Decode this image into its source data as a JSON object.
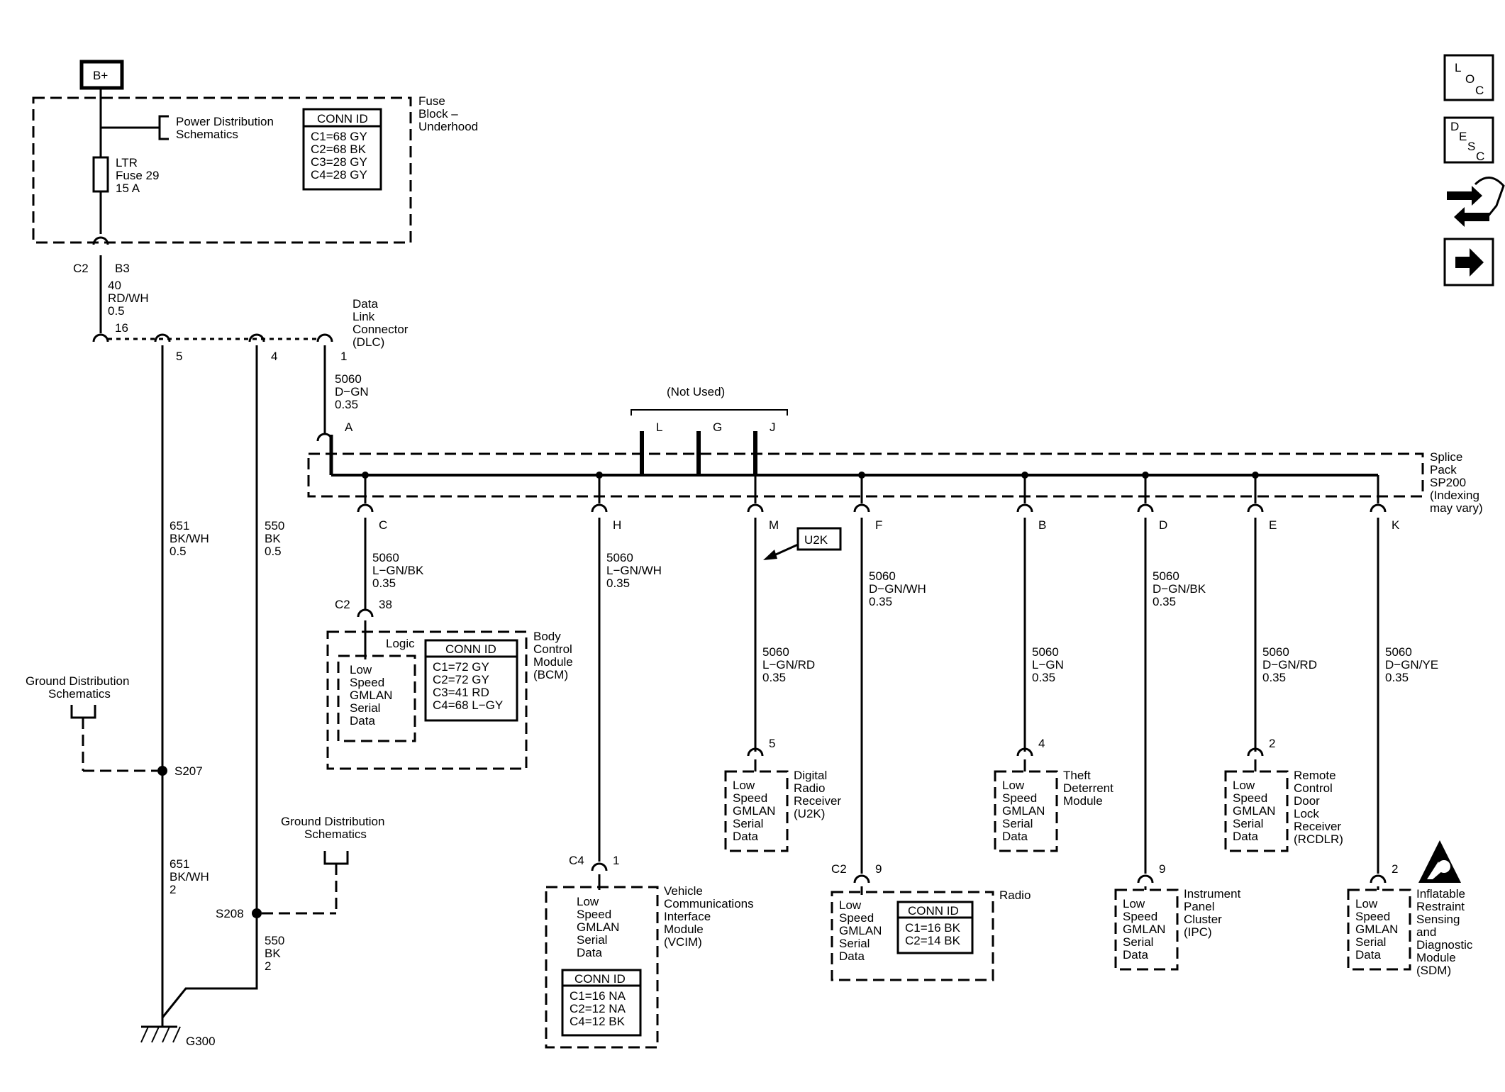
{
  "source": {
    "label": "B+"
  },
  "fuse_block": {
    "name": [
      "Fuse",
      "Block –",
      "Underhood"
    ],
    "power_dist": [
      "Power Distribution",
      "Schematics"
    ],
    "fuse": [
      "LTR",
      "Fuse 29",
      "15 A"
    ],
    "conn_title": "CONN ID",
    "conn": [
      "C1=68 GY",
      "C2=68 BK",
      "C3=28 GY",
      "C4=28 GY"
    ]
  },
  "fuse_out": {
    "conn": "C2",
    "pin": "B3",
    "wire": [
      "40",
      "RD/WH",
      "0.5"
    ]
  },
  "dlc": {
    "name": [
      "Data",
      "Link",
      "Connector",
      "(DLC)"
    ],
    "pins": {
      "p16": "16",
      "p5": "5",
      "p4": "4",
      "p1": "1"
    }
  },
  "dlc_wire": [
    "5060",
    "D−GN",
    "0.35"
  ],
  "ground_wires": {
    "w651a": [
      "651",
      "BK/WH",
      "0.5"
    ],
    "w550a": [
      "550",
      "BK",
      "0.5"
    ],
    "w651b": [
      "651",
      "BK/WH",
      "2"
    ],
    "w550b": [
      "550",
      "BK",
      "2"
    ]
  },
  "splices": {
    "s207": "S207",
    "s208": "S208",
    "g300": "G300"
  },
  "ground_dist": {
    "a": [
      "Ground Distribution",
      "Schematics"
    ],
    "b": [
      "Ground Distribution",
      "Schematics"
    ]
  },
  "splice_pack": {
    "name": [
      "Splice",
      "Pack",
      "SP200",
      "(Indexing",
      "may vary)"
    ],
    "in_pin": "A",
    "not_used": "(Not Used)",
    "unused_pins": [
      "L",
      "G",
      "J"
    ]
  },
  "branches": {
    "bcm": {
      "pin": "C",
      "wire": [
        "5060",
        "L−GN/BK",
        "0.35"
      ],
      "conn": "C2",
      "cpin": "38",
      "logic": "Logic",
      "inner": [
        "Low",
        "Speed",
        "GMLAN",
        "Serial",
        "Data"
      ],
      "name": [
        "Body",
        "Control",
        "Module",
        "(BCM)"
      ],
      "conn_title": "CONN ID",
      "conn_list": [
        "C1=72 GY",
        "C2=72 GY",
        "C3=41 RD",
        "C4=68 L−GY"
      ]
    },
    "vcim": {
      "pin": "H",
      "wire": [
        "5060",
        "L−GN/WH",
        "0.35"
      ],
      "conn": "C4",
      "cpin": "1",
      "inner": [
        "Low",
        "Speed",
        "GMLAN",
        "Serial",
        "Data"
      ],
      "name": [
        "Vehicle",
        "Communications",
        "Interface",
        "Module",
        "(VCIM)"
      ],
      "conn_title": "CONN ID",
      "conn_list": [
        "C1=16 NA",
        "C2=12 NA",
        "C4=12 BK"
      ]
    },
    "drr": {
      "pin": "M",
      "tag": "U2K",
      "wire": [
        "5060",
        "L−GN/RD",
        "0.35"
      ],
      "cpin": "5",
      "inner": [
        "Low",
        "Speed",
        "GMLAN",
        "Serial",
        "Data"
      ],
      "name": [
        "Digital",
        "Radio",
        "Receiver",
        "(U2K)"
      ]
    },
    "radio": {
      "pin": "F",
      "wire": [
        "5060",
        "D−GN/WH",
        "0.35"
      ],
      "conn": "C2",
      "cpin": "9",
      "inner": [
        "Low",
        "Speed",
        "GMLAN",
        "Serial",
        "Data"
      ],
      "name": [
        "Radio"
      ],
      "conn_title": "CONN ID",
      "conn_list": [
        "C1=16 BK",
        "C2=14 BK"
      ]
    },
    "tdm": {
      "pin": "B",
      "wire": [
        "5060",
        "L−GN",
        "0.35"
      ],
      "cpin": "4",
      "inner": [
        "Low",
        "Speed",
        "GMLAN",
        "Serial",
        "Data"
      ],
      "name": [
        "Theft",
        "Deterrent",
        "Module"
      ]
    },
    "ipc": {
      "pin": "D",
      "wire": [
        "5060",
        "D−GN/BK",
        "0.35"
      ],
      "cpin": "9",
      "inner": [
        "Low",
        "Speed",
        "GMLAN",
        "Serial",
        "Data"
      ],
      "name": [
        "Instrument",
        "Panel",
        "Cluster",
        "(IPC)"
      ]
    },
    "rcdlr": {
      "pin": "E",
      "wire": [
        "5060",
        "D−GN/RD",
        "0.35"
      ],
      "cpin": "2",
      "inner": [
        "Low",
        "Speed",
        "GMLAN",
        "Serial",
        "Data"
      ],
      "name": [
        "Remote",
        "Control",
        "Door",
        "Lock",
        "Receiver",
        "(RCDLR)"
      ]
    },
    "sdm": {
      "pin": "K",
      "wire": [
        "5060",
        "D−GN/YE",
        "0.35"
      ],
      "cpin": "2",
      "inner": [
        "Low",
        "Speed",
        "GMLAN",
        "Serial",
        "Data"
      ],
      "name": [
        "Inflatable",
        "Restraint",
        "Sensing",
        "and",
        "Diagnostic",
        "Module",
        "(SDM)"
      ]
    }
  },
  "nav": {
    "loc": [
      "L",
      "O",
      "C"
    ],
    "desc": [
      "D",
      "E",
      "S",
      "C"
    ]
  }
}
